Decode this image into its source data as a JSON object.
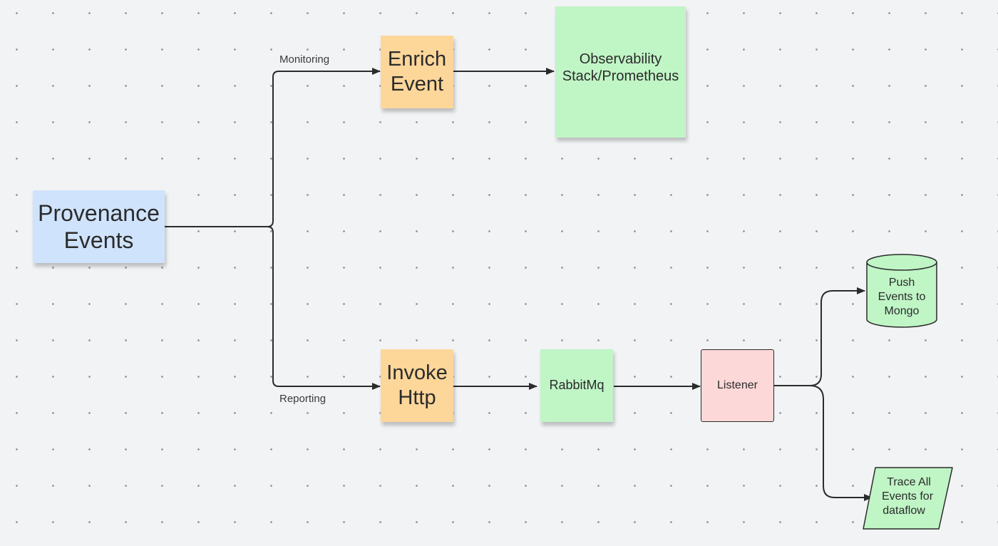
{
  "nodes": {
    "provenance": {
      "text": "Provenance\nEvents",
      "color": "#cfe3fd"
    },
    "enrich": {
      "text": "Enrich\nEvent",
      "color": "#fdd69a"
    },
    "observability": {
      "text": "Observability\nStack/Prometheus",
      "color": "#c0f5c6"
    },
    "invoke": {
      "text": "Invoke\nHttp",
      "color": "#fdd69a"
    },
    "rabbitmq": {
      "text": "RabbitMq",
      "color": "#c0f5c6"
    },
    "listener": {
      "text": "Listener",
      "color": "#fdd8d8"
    },
    "mongo": {
      "text": "Push\nEvents to\nMongo",
      "shape": "cylinder",
      "color": "#c0f5c6"
    },
    "trace": {
      "text": "Trace All\nEvents for\ndataflow",
      "shape": "parallelogram",
      "color": "#c0f5c6"
    }
  },
  "edges": [
    {
      "from": "provenance",
      "to": "enrich",
      "label": "Monitoring"
    },
    {
      "from": "provenance",
      "to": "invoke",
      "label": "Reporting"
    },
    {
      "from": "enrich",
      "to": "observability",
      "label": ""
    },
    {
      "from": "invoke",
      "to": "rabbitmq",
      "label": ""
    },
    {
      "from": "rabbitmq",
      "to": "listener",
      "label": ""
    },
    {
      "from": "listener",
      "to": "mongo",
      "label": ""
    },
    {
      "from": "listener",
      "to": "trace",
      "label": ""
    }
  ],
  "colors": {
    "canvas": "#f2f3f5",
    "dot": "#8d9096",
    "line": "#2b2b2b"
  }
}
